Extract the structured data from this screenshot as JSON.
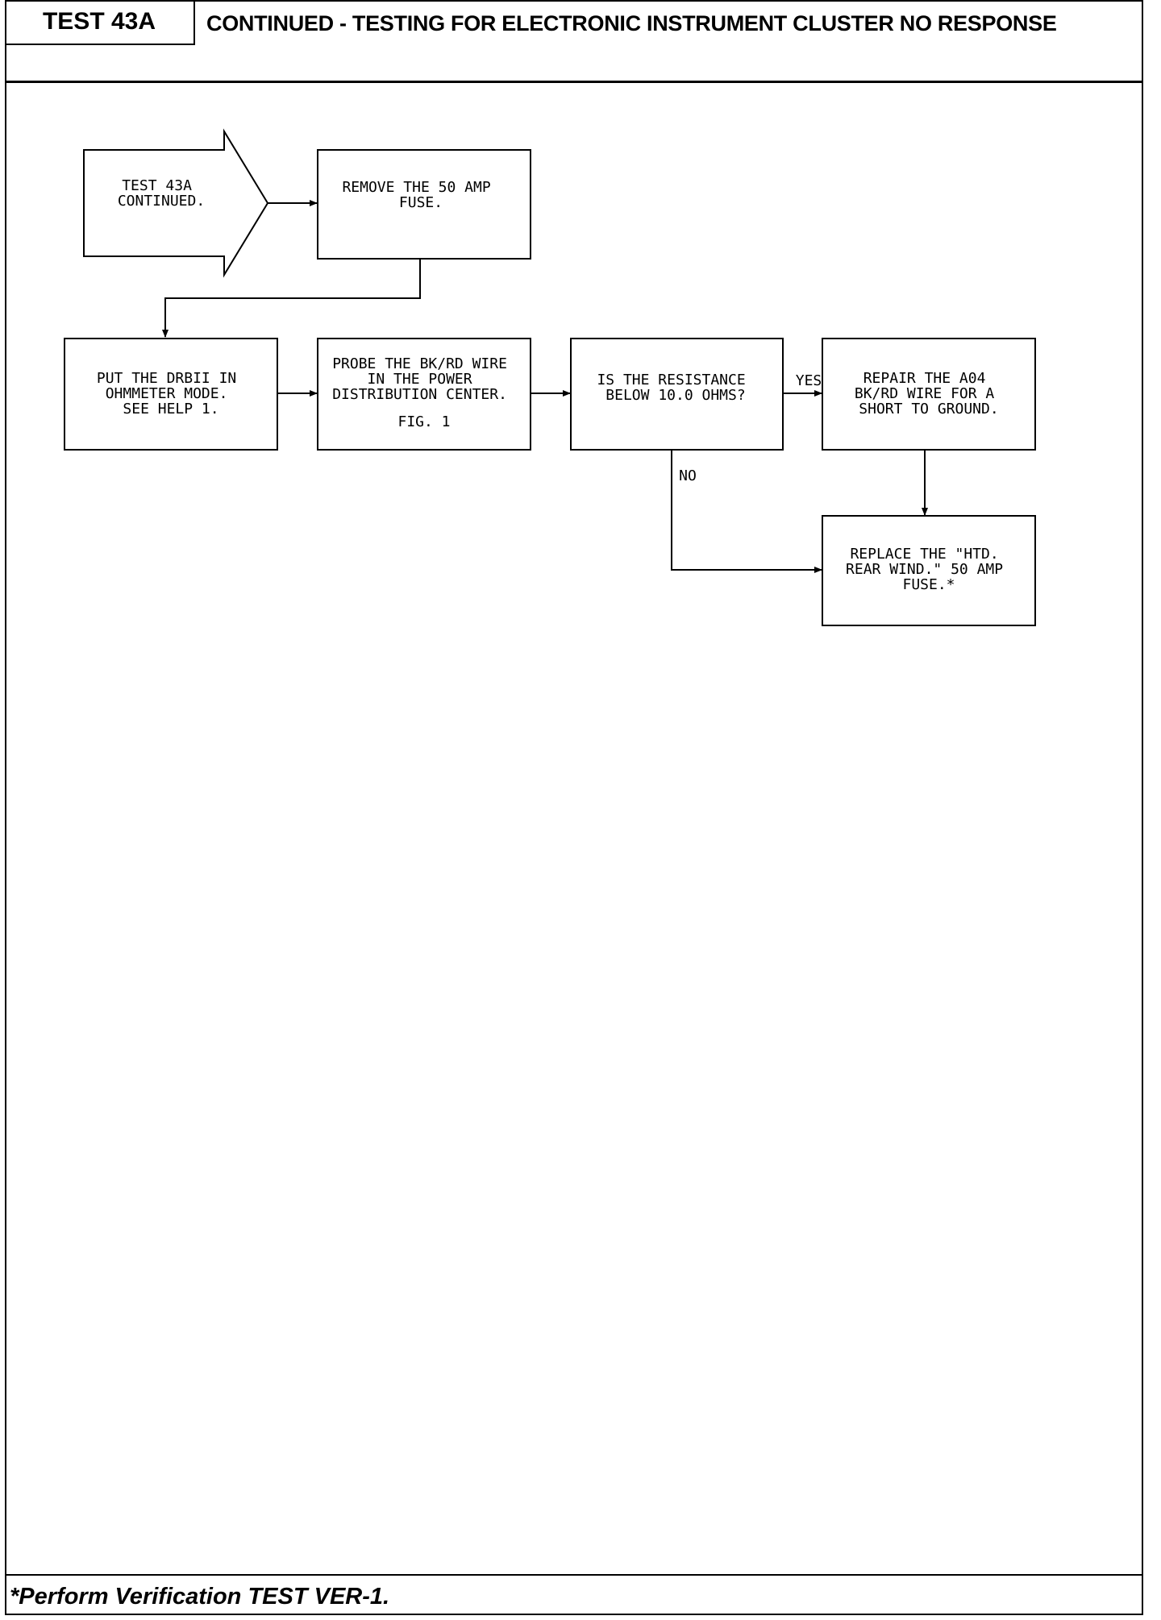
{
  "header": {
    "test_id": "TEST 43A",
    "title": "CONTINUED - TESTING FOR ELECTRONIC INSTRUMENT CLUSTER NO RESPONSE"
  },
  "flowchart": {
    "nodes": {
      "start": {
        "lines": [
          "TEST 43A",
          "CONTINUED."
        ]
      },
      "remove_fuse": {
        "lines": [
          "REMOVE THE 50 AMP",
          "FUSE."
        ]
      },
      "ohmmeter": {
        "lines": [
          "PUT THE DRBII IN",
          "OHMMETER MODE.",
          "SEE HELP 1."
        ]
      },
      "probe": {
        "lines": [
          "PROBE THE BK/RD WIRE",
          "IN THE POWER",
          "DISTRIBUTION CENTER.",
          "",
          "FIG. 1"
        ]
      },
      "decision": {
        "lines": [
          "IS THE RESISTANCE",
          "BELOW 10.0 OHMS?"
        ]
      },
      "repair": {
        "lines": [
          "REPAIR THE A04",
          "BK/RD WIRE FOR A",
          "SHORT TO GROUND."
        ]
      },
      "replace": {
        "lines": [
          "REPLACE THE \"HTD.",
          "REAR WIND.\" 50 AMP",
          "FUSE.*"
        ]
      }
    },
    "labels": {
      "yes": "YES",
      "no": "NO"
    }
  },
  "footer": {
    "note": "*Perform Verification TEST VER-1."
  }
}
